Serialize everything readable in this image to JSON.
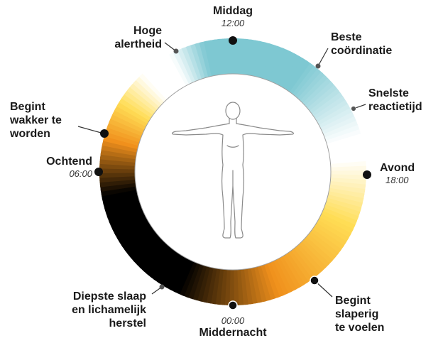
{
  "labels": {
    "middag": {
      "title": "Middag",
      "time": "12:00"
    },
    "hoge_alertheid": {
      "line1": "Hoge",
      "line2": "alertheid"
    },
    "beste_coordinatie": {
      "line1": "Beste",
      "line2": "coördinatie"
    },
    "snelste_reactietijd": {
      "line1": "Snelste",
      "line2": "reactietijd"
    },
    "begint_wakker": {
      "line1": "Begint",
      "line2": "wakker te",
      "line3": "worden"
    },
    "ochtend": {
      "title": "Ochtend",
      "time": "06:00"
    },
    "avond": {
      "title": "Avond",
      "time": "18:00"
    },
    "diepste_slaap": {
      "line1": "Diepste slaap",
      "line2": "en lichamelijk",
      "line3": "herstel"
    },
    "begint_slaperig": {
      "line1": "Begint",
      "line2": "slaperig",
      "line3": "te voelen"
    },
    "middernacht": {
      "time": "00:00",
      "title": "Middernacht"
    }
  },
  "colors": {
    "day": "#7ec8d2",
    "light": "#ffffff",
    "yellow": "#ffdd55",
    "orange": "#f0901c",
    "night": "#000000",
    "marker": "#111111",
    "small_marker": "#555555",
    "figure_stroke": "#8a8a8a",
    "inner_border": "#a0a0a0"
  },
  "icons": {
    "figure": "human-figure-icon"
  }
}
